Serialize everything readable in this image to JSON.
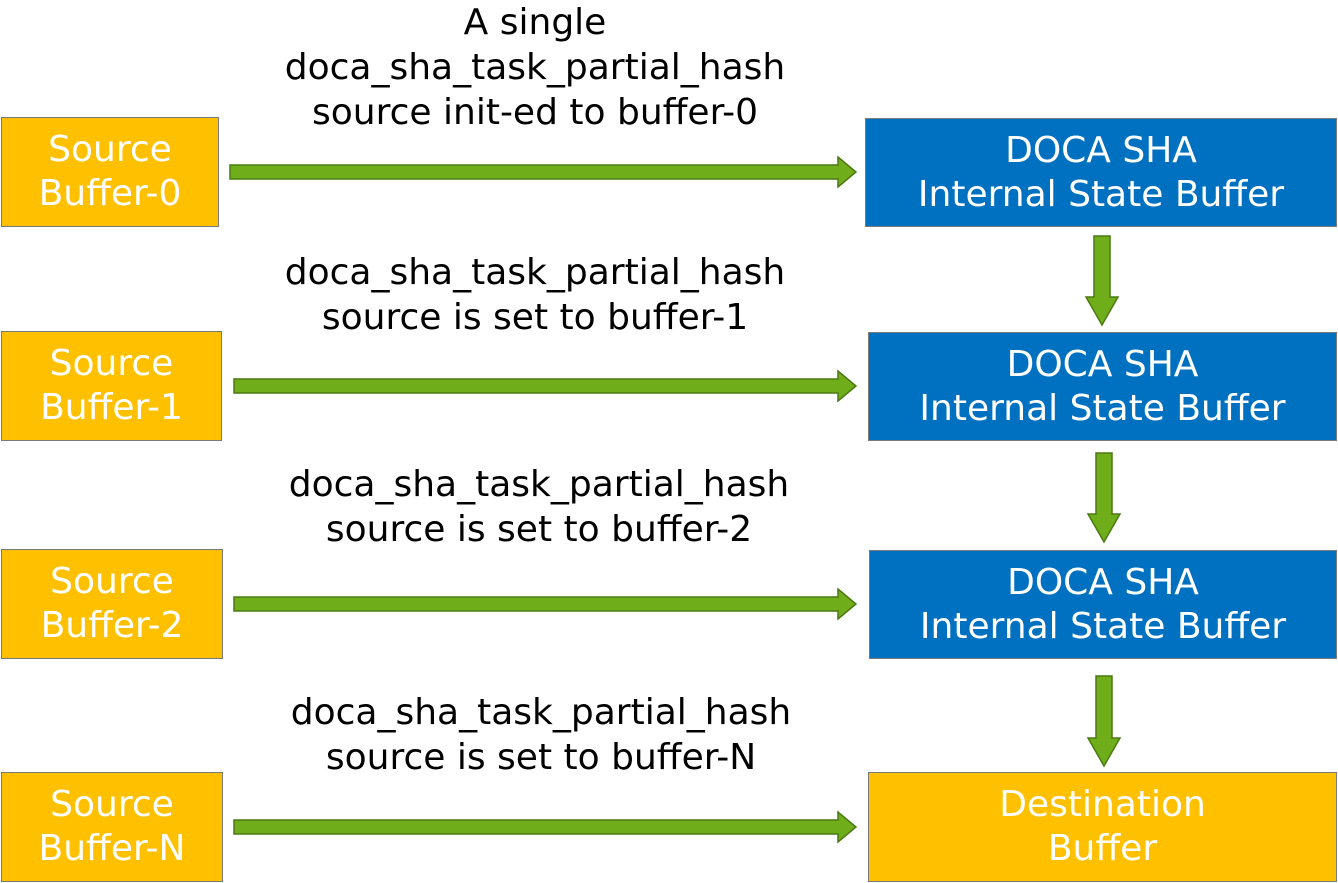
{
  "colors": {
    "source_fill": "#ffc000",
    "state_fill": "#0070c0",
    "arrow_fill": "#70ad1a",
    "arrow_stroke": "#4a7a10"
  },
  "labels": [
    {
      "lines": [
        "A single",
        "doca_sha_task_partial_hash",
        "source init-ed to buffer-0"
      ]
    },
    {
      "lines": [
        "doca_sha_task_partial_hash",
        "source is set to buffer-1"
      ]
    },
    {
      "lines": [
        "doca_sha_task_partial_hash",
        "source is set to buffer-2"
      ]
    },
    {
      "lines": [
        "doca_sha_task_partial_hash",
        "source is set to buffer-N"
      ]
    }
  ],
  "sources": [
    {
      "lines": [
        "Source",
        "Buffer-0"
      ]
    },
    {
      "lines": [
        "Source",
        "Buffer-1"
      ]
    },
    {
      "lines": [
        "Source",
        "Buffer-2"
      ]
    },
    {
      "lines": [
        "Source",
        "Buffer-N"
      ]
    }
  ],
  "targets": [
    {
      "lines": [
        "DOCA SHA",
        "Internal State Buffer"
      ]
    },
    {
      "lines": [
        "DOCA SHA",
        "Internal State Buffer"
      ]
    },
    {
      "lines": [
        "DOCA SHA",
        "Internal State Buffer"
      ]
    },
    {
      "lines": [
        "Destination",
        "Buffer"
      ]
    }
  ]
}
